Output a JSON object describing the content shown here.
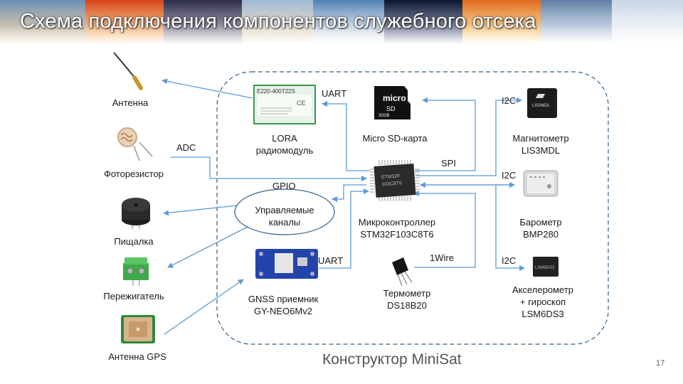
{
  "title": "Схема подключения компонентов служебного отсека",
  "footer": "Конструктор MiniSat",
  "page_number": "17",
  "colors": {
    "arrow": "#5b9bd5",
    "border": "#2e5f8a",
    "chip": "#1c1c1c",
    "board": "#2244aa"
  },
  "external": {
    "antenna": "Антенна",
    "photoresistor": "Фоторезистор",
    "buzzer": "Пищалка",
    "burner": "Пережигатель",
    "gps_antenna": "Антенна GPS"
  },
  "components": {
    "lora": {
      "line1": "LORA",
      "line2": "радиомодуль",
      "chip_text": "E220-400T22S"
    },
    "sd": {
      "line1": "Micro SD-карта",
      "chip_text": "32GB"
    },
    "magnetometer": {
      "line1": "Магнитометр",
      "line2": "LIS3MDL"
    },
    "mcu": {
      "line1": "Микроконтроллер",
      "line2": "STM32F103C8T6"
    },
    "barometer": {
      "line1": "Барометр",
      "line2": "BMP280"
    },
    "channels": {
      "line1": "Управляемые",
      "line2": "каналы"
    },
    "gnss": {
      "line1": "GNSS приемник",
      "line2": "GY-NEO6Mv2"
    },
    "thermometer": {
      "line1": "Термометр",
      "line2": "DS18B20"
    },
    "accel": {
      "line1": "Акселерометр",
      "line2": "+ гироскоп",
      "line3": "LSM6DS3"
    }
  },
  "buses": {
    "uart_lora": "UART",
    "adc": "ADC",
    "gpio": "GPIO",
    "spi": "SPI",
    "i2c_mag": "I2C",
    "i2c_baro": "I2C",
    "i2c_accel": "I2C",
    "uart_gnss": "UART",
    "onewire": "1Wire"
  }
}
